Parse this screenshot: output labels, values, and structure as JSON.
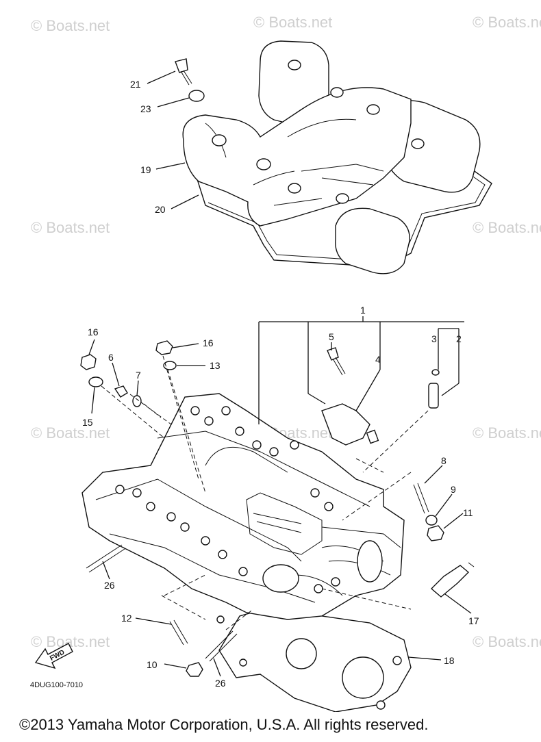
{
  "watermark": "© Boats.net",
  "diagram_code": "4DUG100-7010",
  "fwd_label": "FWD",
  "copyright": "©2013 Yamaha Motor Corporation, U.S.A. All rights reserved.",
  "callouts": [
    "21",
    "23",
    "19",
    "20",
    "1",
    "16",
    "16",
    "13",
    "6",
    "7",
    "15",
    "5",
    "4",
    "3",
    "2",
    "8",
    "9",
    "11",
    "26",
    "12",
    "10",
    "26",
    "17",
    "18"
  ]
}
